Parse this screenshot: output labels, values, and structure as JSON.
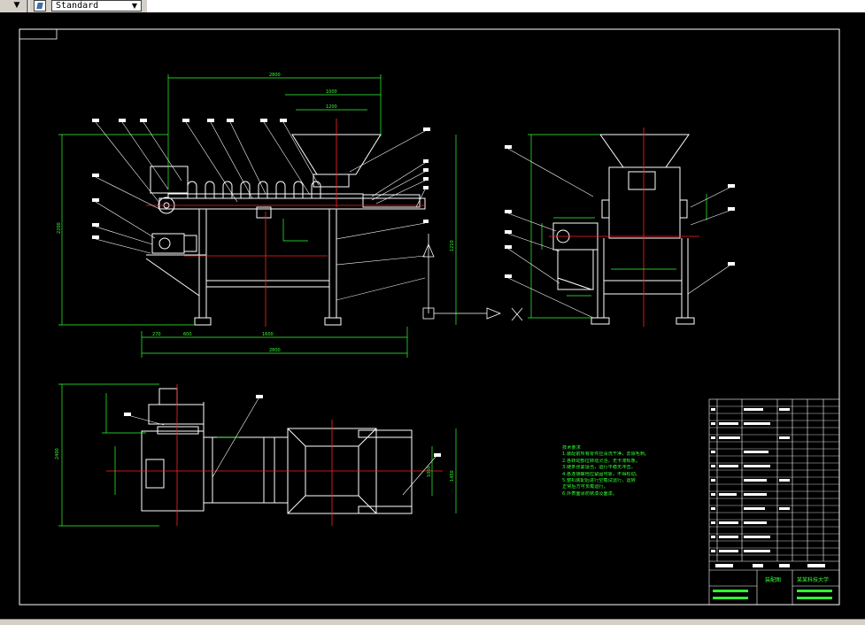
{
  "toolbar": {
    "dropdown_arrow": "▼",
    "linetype_select_value": "Standard",
    "select_arrow": "▼"
  },
  "drawing": {
    "dims": {
      "overall_top": "2800",
      "hopper_top": "1000",
      "hopper_inner": "1200",
      "height_total": "2200",
      "height_right": "1210",
      "bottom_1": "270",
      "bottom_2": "600",
      "bottom_3": "1600",
      "bottom_total": "2800",
      "plan_left": "2400",
      "plan_height": "1450",
      "plan_right": "1000",
      "plan_right2": "1450"
    },
    "technical_notes": [
      "技术要求",
      "1.装配前所有零件应清洗干净，去除毛刺。",
      "2.各转动部位转动灵活，无卡滞现象。",
      "3.链条张紧适当，运行平稳无冲击。",
      "4.各连接螺栓应紧固可靠，不得松动。",
      "5.整机装配后进行空载试运行，运转",
      "  正常后方可负载运行。",
      "6.外表面涂防锈漆及面漆。"
    ],
    "title_block": {
      "drawing_name": "装配图",
      "school": "某某科技大学"
    }
  },
  "colors": {
    "background": "#000000",
    "frame": "#ffffff",
    "dimension": "#33ff33",
    "centerline": "#ff2222",
    "leader": "#ffffff",
    "toolbar": "#d4d0c8"
  }
}
